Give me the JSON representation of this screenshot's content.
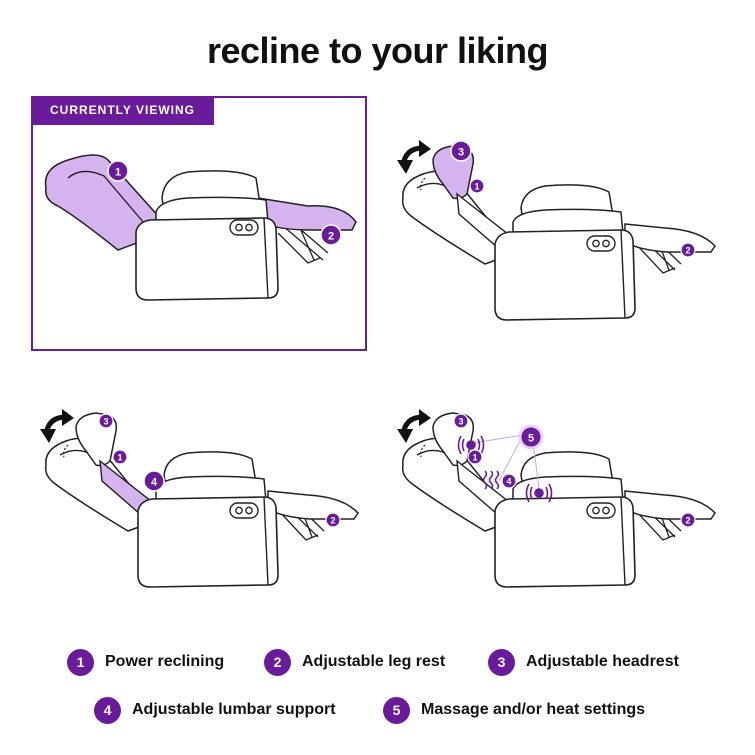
{
  "title": "recline to your liking",
  "currently_viewing_label": "CURRENTLY VIEWING",
  "legend": [
    {
      "num": "1",
      "label": "Power reclining"
    },
    {
      "num": "2",
      "label": "Adjustable leg rest"
    },
    {
      "num": "3",
      "label": "Adjustable headrest"
    },
    {
      "num": "4",
      "label": "Adjustable lumbar support"
    },
    {
      "num": "5",
      "label": "Massage and/or heat settings"
    }
  ],
  "colors": {
    "accent": "#6a1b9a",
    "highlight": "#d5b3ef",
    "outline": "#222222"
  }
}
